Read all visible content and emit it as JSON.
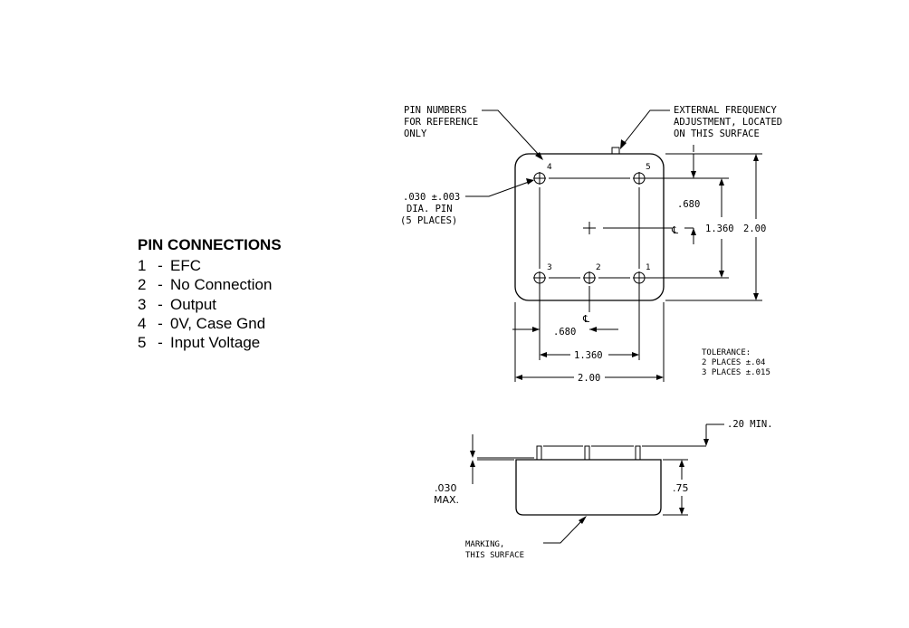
{
  "pin_connections": {
    "title": "PIN CONNECTIONS",
    "items": [
      {
        "num": "1",
        "label": "EFC"
      },
      {
        "num": "2",
        "label": "No Connection"
      },
      {
        "num": "3",
        "label": "Output"
      },
      {
        "num": "4",
        "label": "0V, Case Gnd"
      },
      {
        "num": "5",
        "label": "Input Voltage"
      }
    ]
  },
  "top_view": {
    "pin_numbers_note": [
      "PIN NUMBERS",
      "FOR REFERENCE",
      "ONLY"
    ],
    "efc_note": [
      "EXTERNAL FREQUENCY",
      "ADJUSTMENT, LOCATED",
      "ON THIS SURFACE"
    ],
    "pin_dia_note": [
      ".030 ±.003",
      "DIA. PIN",
      "(5 PLACES)"
    ],
    "pin_labels": [
      "4",
      "5",
      "3",
      "2",
      "1"
    ],
    "dim_680_v": ".680",
    "dim_1360_v": "1.360",
    "dim_200_v": "2.00",
    "dim_680_h": ".680",
    "dim_1360_h": "1.360",
    "dim_200_h": "2.00",
    "centerline_symbol": "℄",
    "tolerance": [
      "TOLERANCE:",
      "2 PLACES ±.04",
      "3 PLACES ±.015"
    ]
  },
  "side_view": {
    "dim_pin_len": ".20 MIN.",
    "dim_height": ".75",
    "dim_standoff": [
      ".030",
      "MAX."
    ],
    "marking_note": [
      "MARKING,",
      "THIS SURFACE"
    ]
  }
}
